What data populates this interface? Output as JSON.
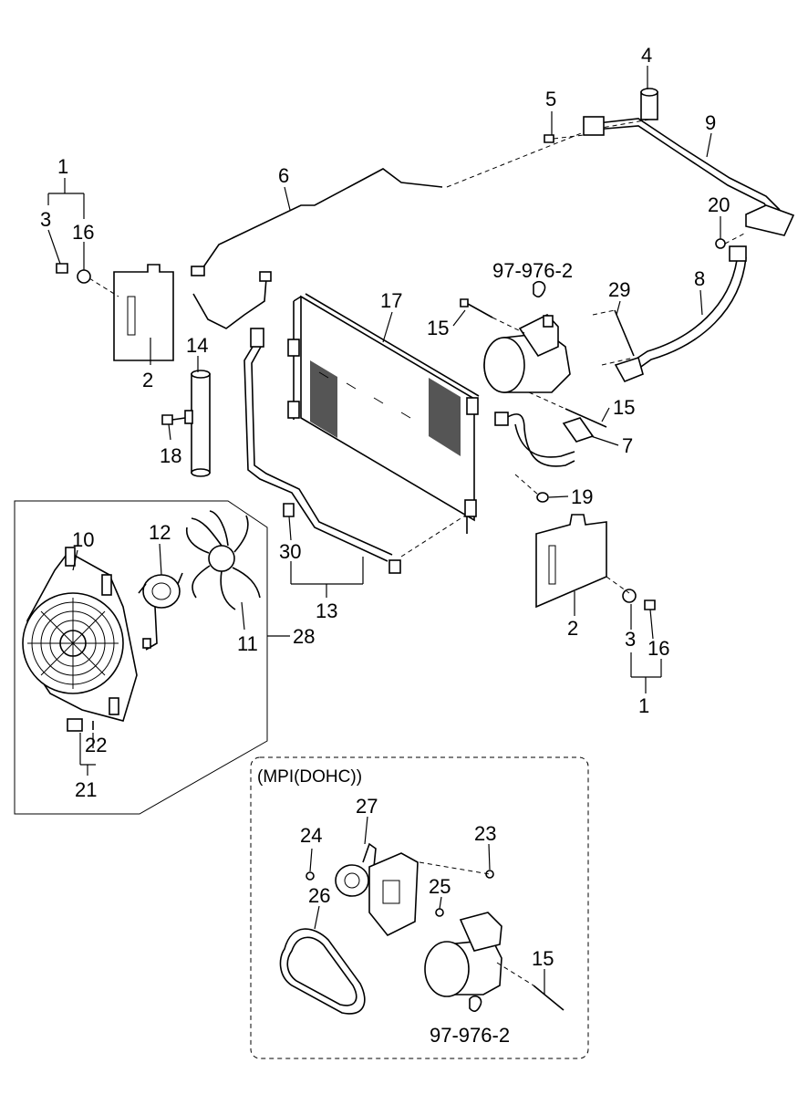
{
  "labels": {
    "p1a": "1",
    "p3a": "3",
    "p16a": "16",
    "p2a": "2",
    "p6": "6",
    "p5": "5",
    "p4": "4",
    "p9": "9",
    "p20": "20",
    "p97a": "97-976-2",
    "p29": "29",
    "p8": "8",
    "p17": "17",
    "p15a": "15",
    "p14": "14",
    "p18": "18",
    "p15b": "15",
    "p7": "7",
    "p19": "19",
    "p30": "30",
    "p13": "13",
    "p2b": "2",
    "p3b": "3",
    "p16b": "16",
    "p1b": "1",
    "p10": "10",
    "p12": "12",
    "p11": "11",
    "p28": "28",
    "p22": "22",
    "p21": "21",
    "mpi": "(MPI(DOHC))",
    "p27": "27",
    "p24": "24",
    "p23": "23",
    "p25": "25",
    "p26": "26",
    "p15c": "15",
    "p97b": "97-976-2"
  }
}
